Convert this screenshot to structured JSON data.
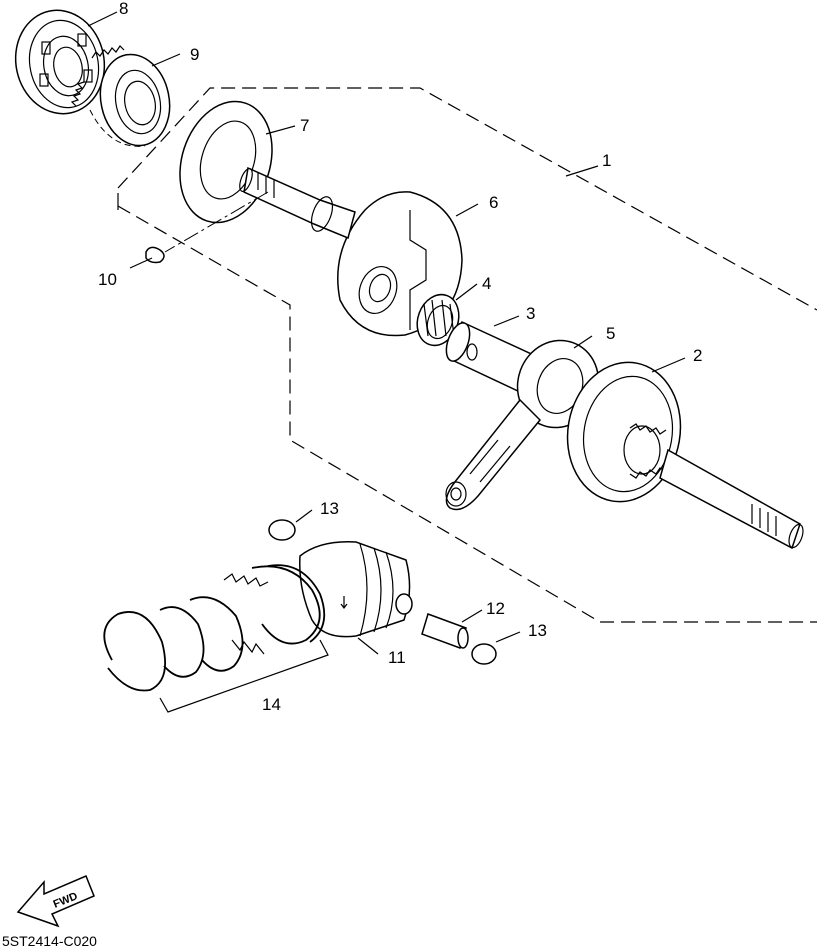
{
  "diagram_code": "5ST2414-C020",
  "fwd_label": "FWD",
  "callouts": [
    "1",
    "2",
    "3",
    "4",
    "5",
    "6",
    "7",
    "8",
    "9",
    "10",
    "11",
    "12",
    "13",
    "13",
    "14"
  ]
}
